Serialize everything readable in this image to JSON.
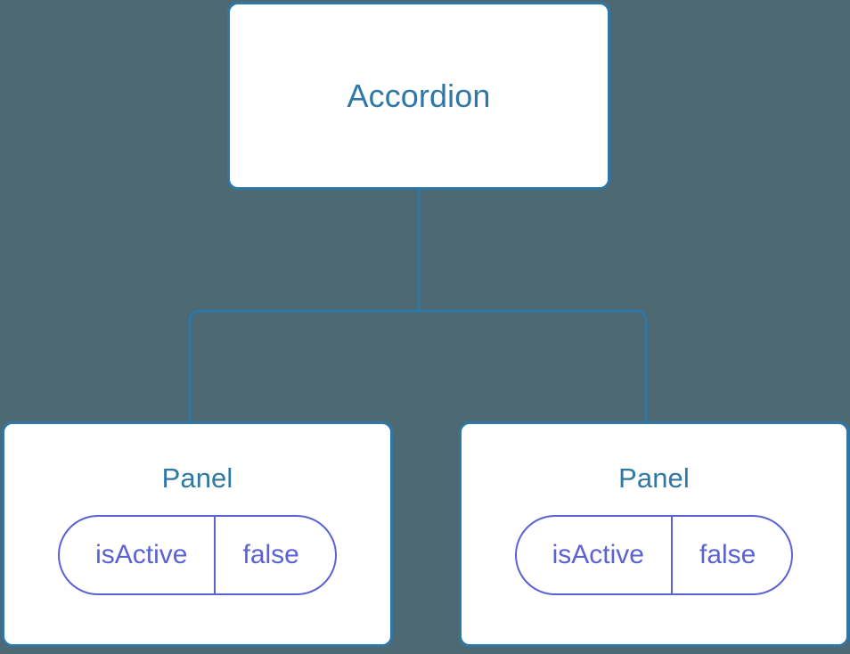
{
  "diagram": {
    "type": "component-tree",
    "background_color": "#4c6974",
    "node_border_color": "#2e77a6",
    "node_title_color": "#2e77a6",
    "node_background_color": "#ffffff",
    "connector_color": "#2e77a6",
    "prop_border_color": "#5a62d4",
    "prop_text_color": "#5a62d4",
    "root": {
      "title": "Accordion"
    },
    "children": [
      {
        "title": "Panel",
        "props": [
          {
            "key": "isActive",
            "value": "false"
          }
        ]
      },
      {
        "title": "Panel",
        "props": [
          {
            "key": "isActive",
            "value": "false"
          }
        ]
      }
    ]
  }
}
